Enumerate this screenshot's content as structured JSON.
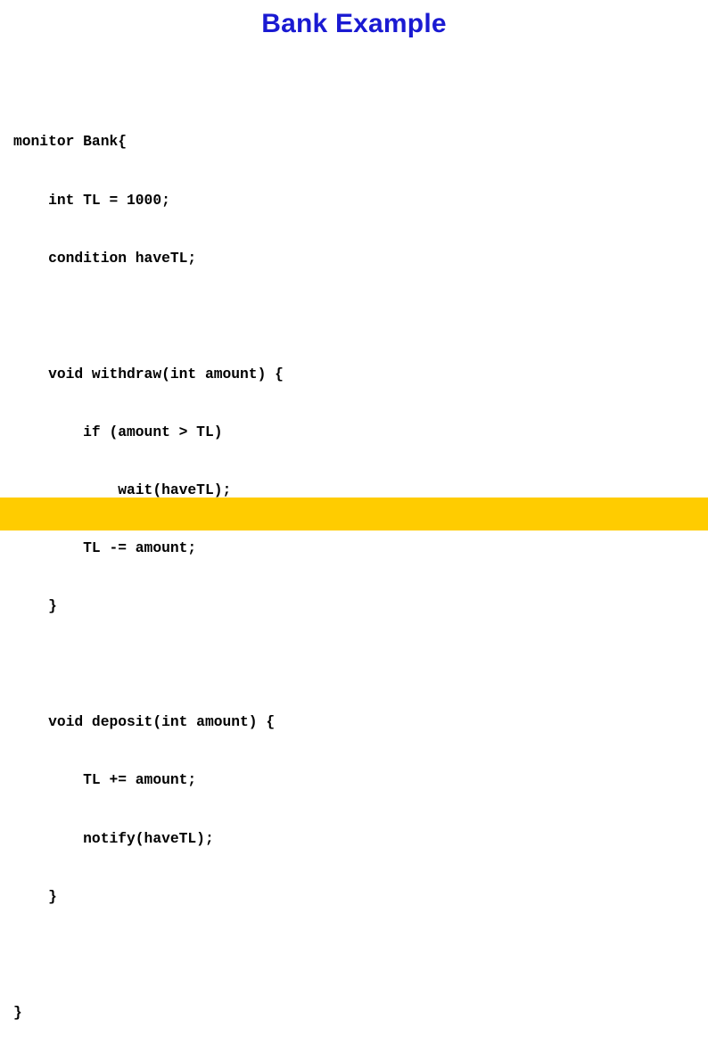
{
  "slide": {
    "title": "Bank Example",
    "title_color": "#1a1ad2",
    "background_color": "#ffffff",
    "accent_bar_color": "#ffcc00"
  },
  "code": {
    "language": "java",
    "lines": [
      "monitor Bank{",
      "    int TL = 1000;",
      "    condition haveTL;",
      "",
      "    void withdraw(int amount) {",
      "        if (amount > TL)",
      "            wait(haveTL);",
      "        TL -= amount;",
      "    }",
      "",
      "    void deposit(int amount) {",
      "        TL += amount;",
      "        notify(haveTL);",
      "    }",
      "",
      "}"
    ]
  }
}
